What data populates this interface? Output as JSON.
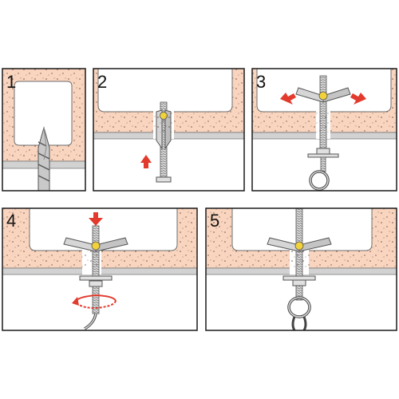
{
  "colors": {
    "background": "#ffffff",
    "panel_border": "#1a1a1a",
    "concrete": "#f9d5bf",
    "ceiling_board": "#d2d2d2",
    "metal": "#d6d6d6",
    "metal_dark": "#8c8c8c",
    "arrow_red": "#e23a2c",
    "pivot_yellow": "#f2d23a"
  },
  "steps": [
    {
      "number": "1",
      "action": "drill-hole",
      "tool": "drill-bit-icon"
    },
    {
      "number": "2",
      "action": "insert-toggle-bolt",
      "tool": "up-arrow-icon"
    },
    {
      "number": "3",
      "action": "wings-open",
      "tool": "spread-arrows-icon"
    },
    {
      "number": "4",
      "action": "pull-down-and-tighten",
      "tool": "rotate-arrow-icon"
    },
    {
      "number": "5",
      "action": "hook-installed",
      "tool": "eye-hook-icon"
    }
  ]
}
